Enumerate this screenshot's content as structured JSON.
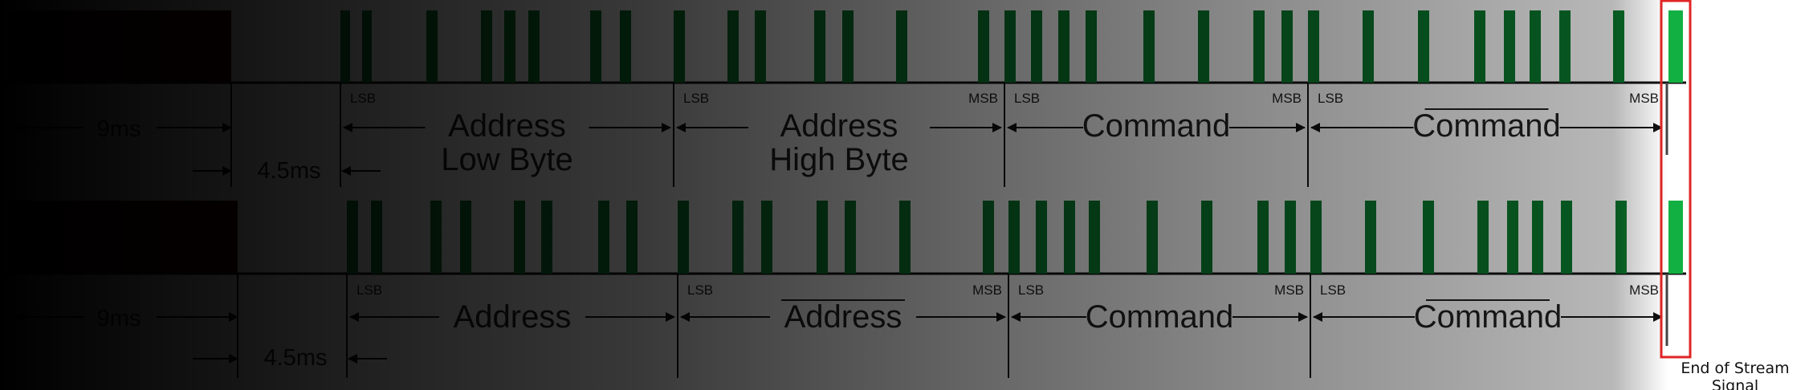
{
  "colors": {
    "pulse": "#0a7a2e",
    "pulse_bright": "#12b042",
    "leader": "#3a0606",
    "line": "#111111",
    "highlight": "#e02424"
  },
  "rows": [
    {
      "leader_label": "9ms",
      "space_label": "4.5ms",
      "segments": [
        {
          "title_lines": [
            "Address",
            "Low Byte"
          ],
          "overline": false,
          "lsb": "LSB",
          "msb": ""
        },
        {
          "title_lines": [
            "Address",
            "High Byte"
          ],
          "overline": false,
          "lsb": "LSB",
          "msb": "MSB"
        },
        {
          "title_lines": [
            "Command"
          ],
          "overline": false,
          "lsb": "LSB",
          "msb": "MSB"
        },
        {
          "title_lines": [
            "Command"
          ],
          "overline": true,
          "lsb": "LSB",
          "msb": "MSB"
        }
      ]
    },
    {
      "leader_label": "9ms",
      "space_label": "4.5ms",
      "segments": [
        {
          "title_lines": [
            "Address"
          ],
          "overline": false,
          "lsb": "LSB",
          "msb": ""
        },
        {
          "title_lines": [
            "Address"
          ],
          "overline": true,
          "lsb": "LSB",
          "msb": "MSB"
        },
        {
          "title_lines": [
            "Command"
          ],
          "overline": false,
          "lsb": "LSB",
          "msb": "MSB"
        },
        {
          "title_lines": [
            "Command"
          ],
          "overline": true,
          "lsb": "LSB",
          "msb": "MSB"
        }
      ]
    }
  ],
  "end_caption": "End of Stream Signal"
}
